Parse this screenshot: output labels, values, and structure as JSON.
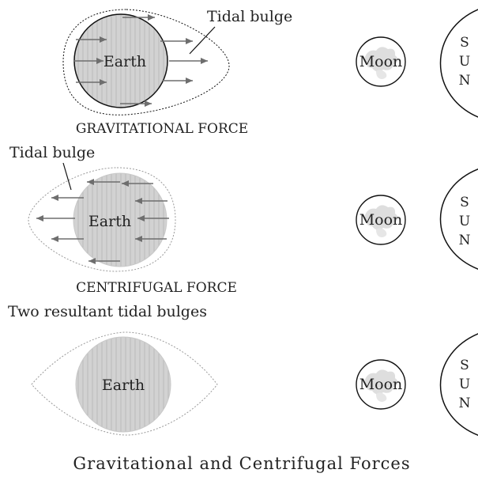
{
  "panels": [
    {
      "earth_label": "Earth",
      "bulge_label": "Tidal bulge",
      "force_label": "GRAVITATIONAL FORCE",
      "moon_label": "Moon",
      "sun_letters": [
        "S",
        "U",
        "N"
      ]
    },
    {
      "earth_label": "Earth",
      "bulge_label": "Tidal bulge",
      "force_label": "CENTRIFUGAL FORCE",
      "moon_label": "Moon",
      "sun_letters": [
        "S",
        "U",
        "N"
      ]
    },
    {
      "earth_label": "Earth",
      "heading": "Two resultant tidal bulges",
      "moon_label": "Moon",
      "sun_letters": [
        "S",
        "U",
        "N"
      ]
    }
  ],
  "caption": "Gravitational and Centrifugal Forces",
  "icons": [
    "right-arrow-icon",
    "left-arrow-icon",
    "moon-icon",
    "sun-icon"
  ],
  "colors": {
    "earth_fill": "#d2d2d2",
    "earth_stripe": "#b9b9b9",
    "arrow": "#6e6e6e",
    "outline": "#111111",
    "faint_outline": "#9a9a9a"
  }
}
